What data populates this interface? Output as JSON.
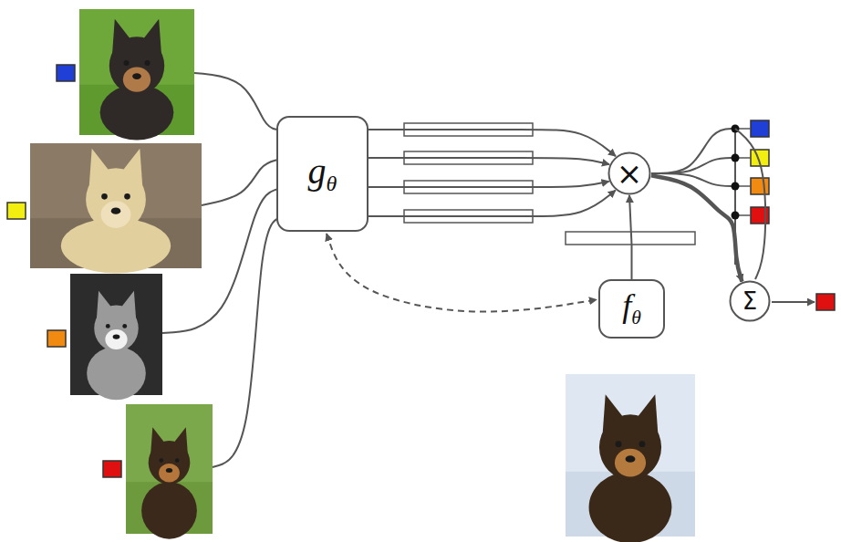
{
  "diagram": {
    "nodes": [
      {
        "text": [
          "gθ"
        ]
      },
      {
        "text": [
          "×"
        ]
      },
      {
        "text": [
          "Σ"
        ]
      },
      {
        "text": [
          "fθ"
        ]
      }
    ],
    "edges": [
      {
        "from": 0,
        "to": 1,
        "arrow": "to"
      },
      {
        "from": 0,
        "to": 1,
        "arrow": "to"
      },
      {
        "from": 0,
        "to": 1,
        "arrow": "to"
      },
      {
        "from": 0,
        "to": 1,
        "arrow": "to"
      },
      {
        "from": 3,
        "to": 1,
        "arrow": "to"
      },
      {
        "from": 0,
        "to": 3,
        "arrow": "both"
      },
      {
        "from": 1,
        "to": 2,
        "arrow": "to"
      }
    ]
  }
}
